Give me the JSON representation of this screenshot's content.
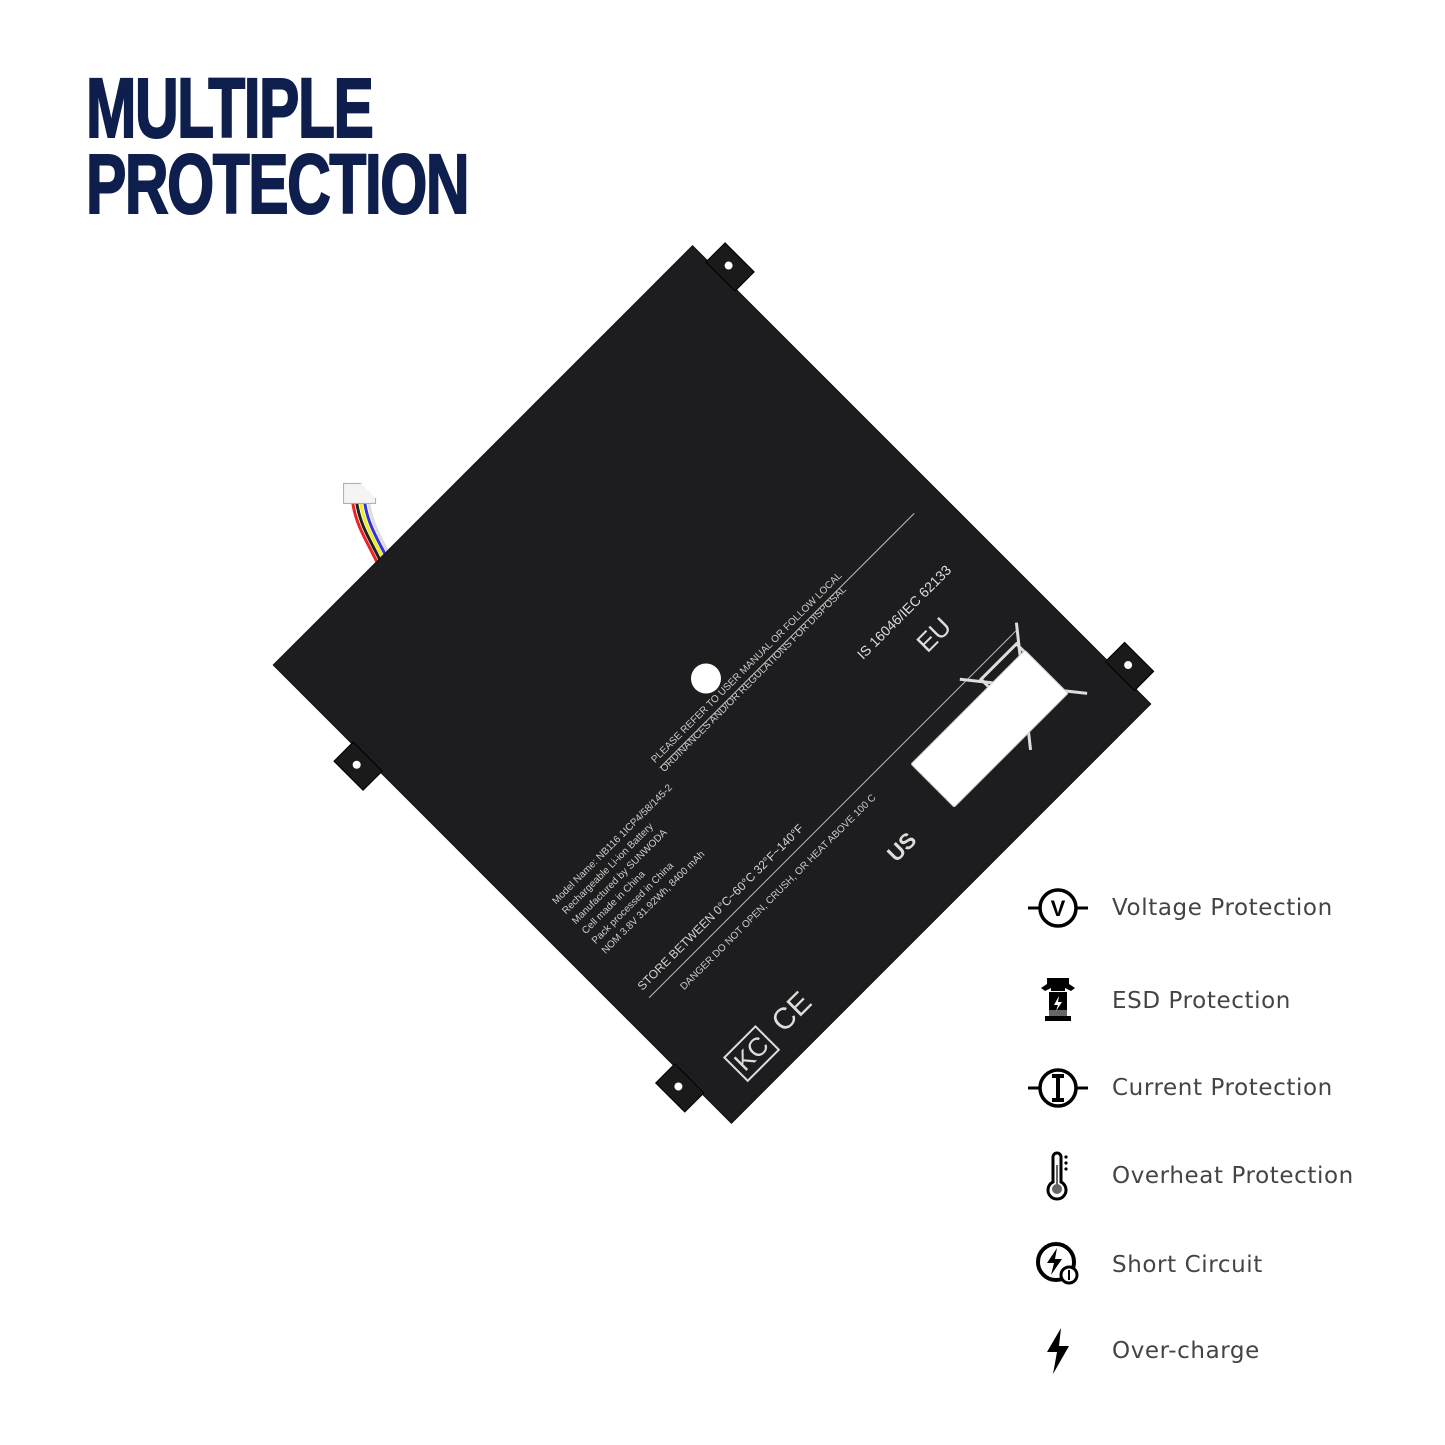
{
  "title": {
    "line1": "MULTIPLE",
    "line2": "PROTECTION"
  },
  "battery": {
    "label_lines": [
      "Model Name: NB116  1ICP4/58/145-2",
      "Rechargeable Li-ion Battery",
      "Manufactured by SUNWODA",
      "Cell made in China",
      "Pack processed in China",
      "NOM 3.8V  31.92Wh, 8400 mAh"
    ],
    "store": "STORE BETWEEN 0°C~60°C 32°F~140°F",
    "danger": "DANGER DO NOT OPEN, CRUSH, OR HEAT ABOVE 100 C",
    "please": [
      "PLEASE REFER TO USER MANUAL OR FOLLOW LOCAL",
      "ORDINANCES AND/OR REGULATIONS FOR DISPOSAL"
    ],
    "marks": {
      "eu": "EU",
      "ce": "CE",
      "kc": "KC",
      "us": "US",
      "is": "IS 16046/IEC 62133"
    }
  },
  "features": [
    {
      "icon": "voltage-icon",
      "label": "Voltage Protection"
    },
    {
      "icon": "esd-icon",
      "label": "ESD Protection"
    },
    {
      "icon": "current-icon",
      "label": "Current Protection"
    },
    {
      "icon": "thermometer-icon",
      "label": "Overheat Protection"
    },
    {
      "icon": "short-circuit-icon",
      "label": "Short Circuit"
    },
    {
      "icon": "lightning-icon",
      "label": "Over-charge"
    }
  ]
}
